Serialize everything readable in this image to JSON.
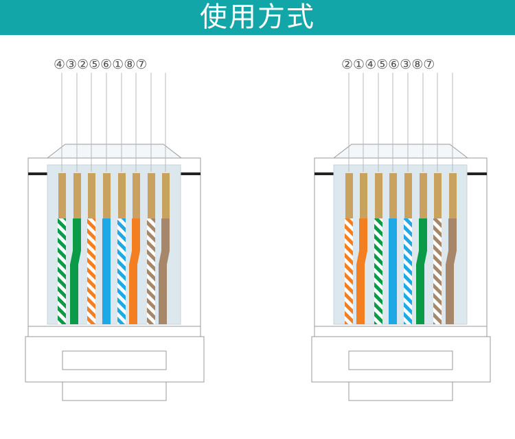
{
  "banner": {
    "title": "使用方式",
    "color": "#13a6a9"
  },
  "plugs": [
    {
      "id": "left",
      "pin_order_label": "④③②⑤⑥①⑧⑦",
      "wires": [
        {
          "pair": 4,
          "color": "green-white"
        },
        {
          "pair": 3,
          "color": "green"
        },
        {
          "pair": 2,
          "color": "orange-white"
        },
        {
          "pair": 5,
          "color": "blue"
        },
        {
          "pair": 6,
          "color": "blue-white"
        },
        {
          "pair": 1,
          "color": "orange"
        },
        {
          "pair": 8,
          "color": "brown-white"
        },
        {
          "pair": 7,
          "color": "brown"
        }
      ]
    },
    {
      "id": "right",
      "pin_order_label": "②①④⑤⑥③⑧⑦",
      "wires": [
        {
          "pair": 2,
          "color": "orange-white"
        },
        {
          "pair": 1,
          "color": "orange"
        },
        {
          "pair": 4,
          "color": "green-white"
        },
        {
          "pair": 5,
          "color": "blue"
        },
        {
          "pair": 6,
          "color": "blue-white"
        },
        {
          "pair": 3,
          "color": "green"
        },
        {
          "pair": 8,
          "color": "brown-white"
        },
        {
          "pair": 7,
          "color": "brown"
        }
      ]
    }
  ],
  "colors": {
    "green": "#0a9a48",
    "orange": "#f37f21",
    "blue": "#1fa8e6",
    "brown": "#a68769",
    "contact": "#c9a25f",
    "body_fill": "#dde8ee"
  }
}
